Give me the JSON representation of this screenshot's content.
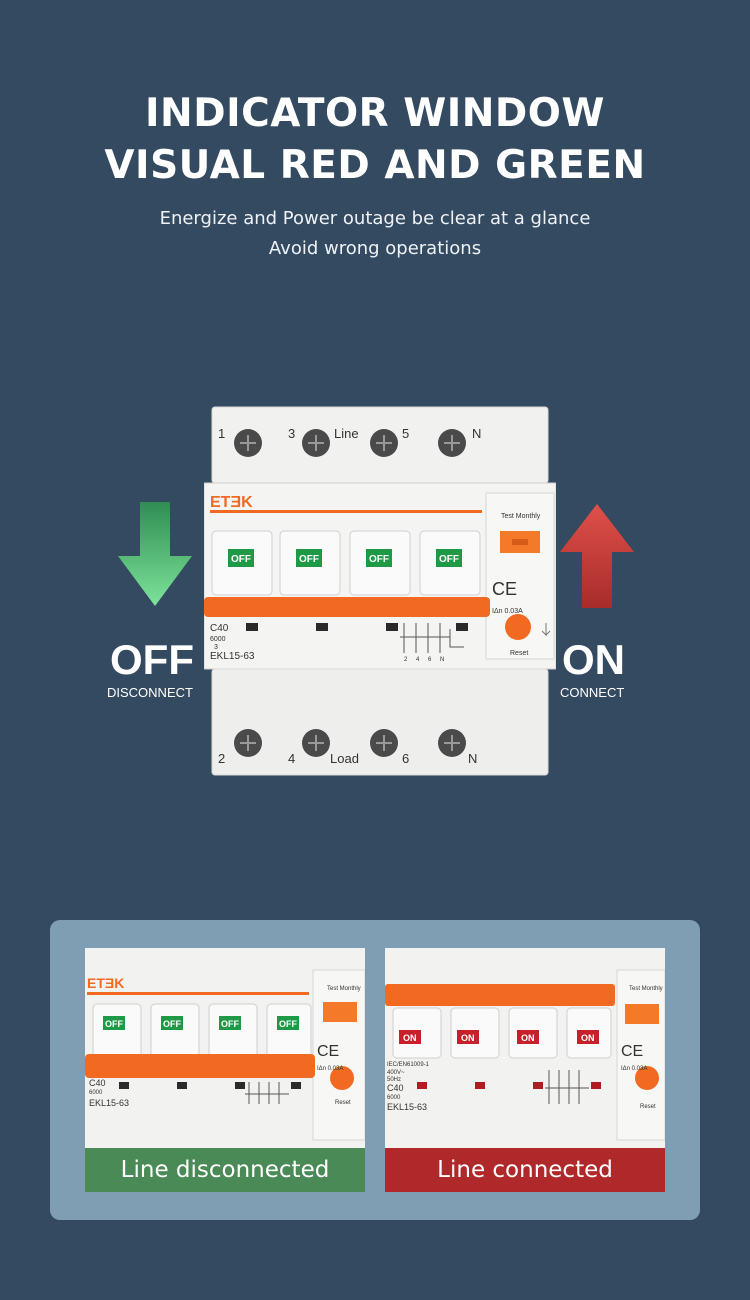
{
  "header": {
    "title_line1": "INDICATOR WINDOW",
    "title_line2": "VISUAL RED AND GREEN",
    "subtitle_line1": "Energize and Power outage be clear at a glance",
    "subtitle_line2": "Avoid wrong operations"
  },
  "device": {
    "brand": "ETƎK",
    "model": "EKL15-63",
    "rating": "C40",
    "breaking": "6000",
    "class_mark": "3",
    "test_label": "Test Monthly",
    "sensitivity": "IΔn 0.03A",
    "reset_label": "Reset",
    "ce_mark": "CE",
    "line_label": "Line",
    "load_label": "Load",
    "top_terminals": [
      "1",
      "3",
      "5",
      "N"
    ],
    "bottom_terminals": [
      "2",
      "4",
      "6",
      "N"
    ],
    "handle_off_label": "OFF",
    "handle_on_label": "ON",
    "standard": "IEC/EN61009-1",
    "voltage": "400V~",
    "frequency": "50Hz",
    "bottom_marks": [
      "2",
      "4",
      "6",
      "N"
    ],
    "top_marks": [
      "1",
      "3",
      "5",
      "N"
    ]
  },
  "states": {
    "off_title": "OFF",
    "off_sub": "DISCONNECT",
    "on_title": "ON",
    "on_sub": "CONNECT"
  },
  "comparison": {
    "left_caption": "Line disconnected",
    "right_caption": "Line connected"
  },
  "colors": {
    "background": "#344a60",
    "panel": "#7f9db3",
    "orange": "#f26a21",
    "off_green": "#1e9a47",
    "on_red": "#c8202a",
    "caption_green": "#4a8a57",
    "caption_red": "#b0292a"
  }
}
